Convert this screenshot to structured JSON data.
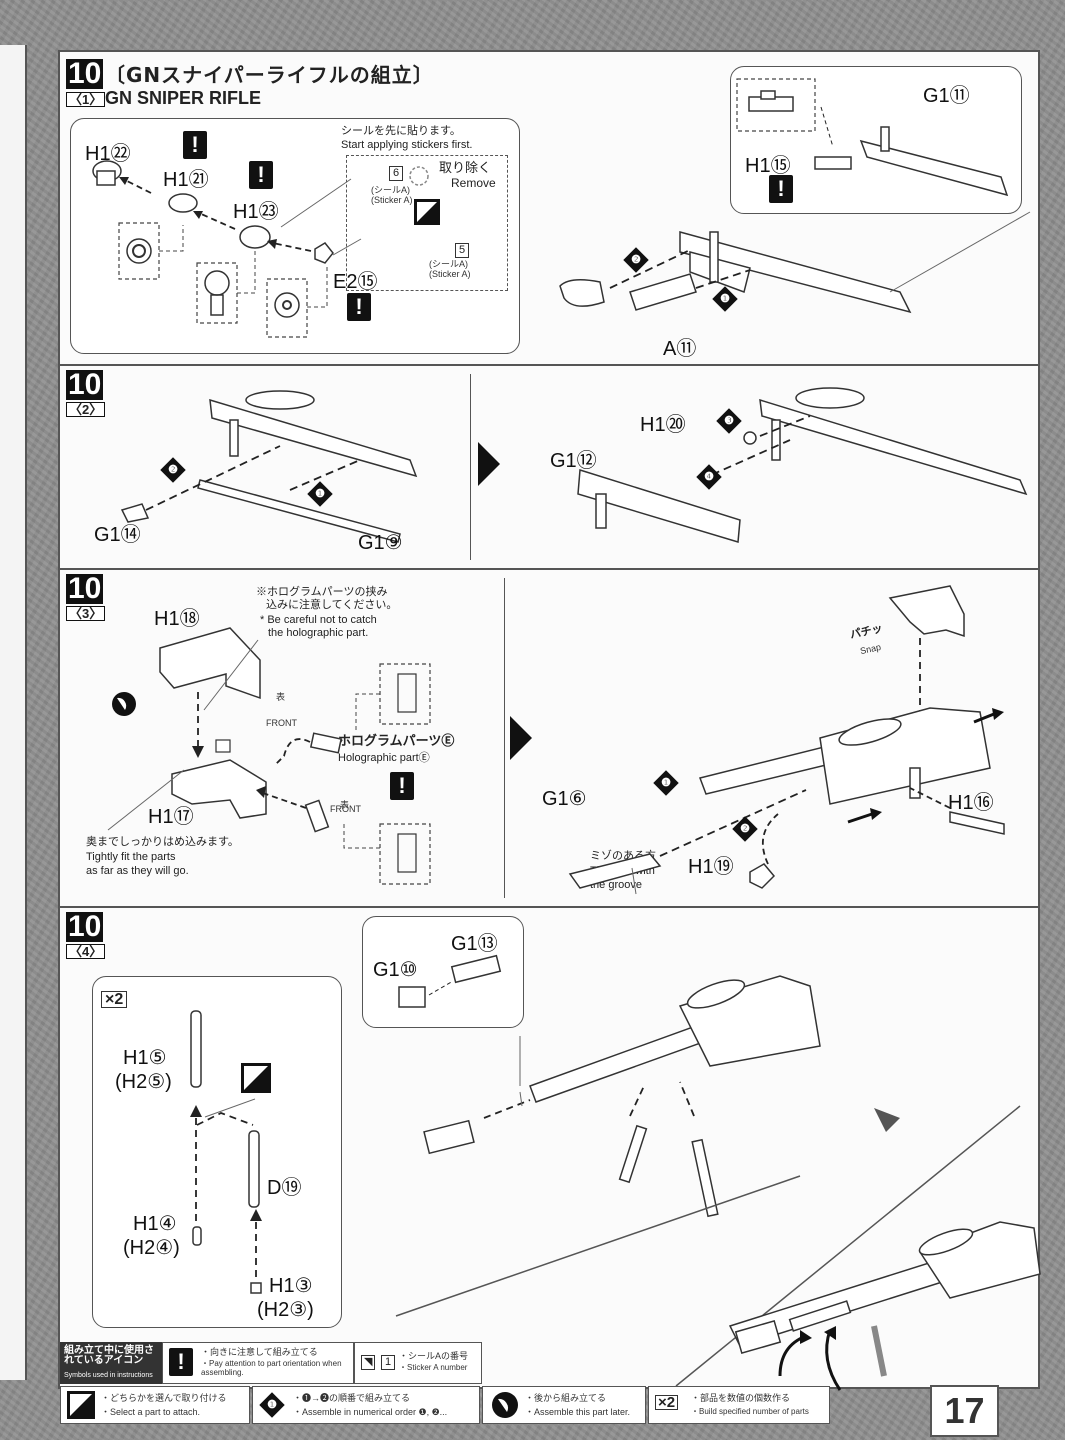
{
  "step": {
    "number": "10",
    "title_jp": "〔GNスナイパーライフルの組立〕",
    "title_en": "GN SNIPER RIFLE"
  },
  "sub1": {
    "sub_label": "〈1〉",
    "sticker_note_jp": "シールを先に貼ります。",
    "sticker_note_en": "Start applying stickers first.",
    "remove_jp": "取り除く",
    "remove_en": "Remove",
    "sticker_a_jp": "(シールA)",
    "sticker_a_en": "(Sticker A)",
    "sticker_num_6": "6",
    "sticker_num_5": "5",
    "parts": [
      "H1㉒",
      "H1㉑",
      "H1㉓",
      "E2⑮",
      "G1⑪",
      "H1⑮",
      "A⑪"
    ],
    "steps": [
      "❶",
      "❷"
    ]
  },
  "sub2": {
    "sub_label": "〈2〉",
    "parts": [
      "G1⑭",
      "G1⑨",
      "H1⑳",
      "G1⑫"
    ],
    "steps": [
      "❶",
      "❷",
      "❸",
      "❹"
    ]
  },
  "sub3": {
    "sub_label": "〈3〉",
    "note1_jp": "※ホログラムパーツの挟み",
    "note1_jp2": "込みに注意してください。",
    "note1_en": "* Be careful not to catch",
    "note1_en2": "the holographic part.",
    "holo_jp": "ホログラムパーツⒺ",
    "holo_en": "Holographic partⒺ",
    "front_jp": "表",
    "front_en": "FRONT",
    "fit_jp": "奥までしっかりはめ込みます。",
    "fit_en": "Tightly fit the parts",
    "fit_en2": "as far as they will go.",
    "groove_jp": "ミゾのある方",
    "groove_en": "The side with",
    "groove_en2": "the groove",
    "snap_jp": "パチッ",
    "snap_en": "Snap",
    "parts": [
      "H1⑱",
      "H1⑰",
      "G1⑥",
      "H1⑯",
      "H1⑲"
    ],
    "steps": [
      "❶",
      "❷"
    ]
  },
  "sub4": {
    "sub_label": "〈4〉",
    "multiplier": "×2",
    "parts": [
      "G1⑬",
      "G1⑩",
      "H1⑤",
      "(H2⑤)",
      "D⑲",
      "H1④",
      "(H2④)",
      "H1③",
      "(H2③)"
    ]
  },
  "legend": {
    "title_jp": "組み立て中に使用されているアイコン",
    "title_en": "Symbols used in instructions",
    "items": [
      {
        "icon": "exclamation-icon",
        "jp": "・向きに注意して組み立てる",
        "en": "・Pay attention to part orientation when assembling."
      },
      {
        "icon": "sticker-icon",
        "jp": "・シールAの番号",
        "en": "・Sticker A number",
        "num": "1"
      },
      {
        "icon": "select-icon",
        "jp": "・どちらかを選んで取り付ける",
        "en": "・Select a part to attach."
      },
      {
        "icon": "step-order-icon",
        "jp": "・❶→❷の順番で組み立てる",
        "en": "・Assemble in numerical order ❶, ❷..."
      },
      {
        "icon": "later-icon",
        "jp": "・後から組み立てる",
        "en": "・Assemble this part later."
      },
      {
        "icon": "multiplier-icon",
        "jp": "・部品を数値の個数作る",
        "en": "・Build specified number of parts",
        "mult": "×2"
      }
    ]
  },
  "page_number": "17"
}
